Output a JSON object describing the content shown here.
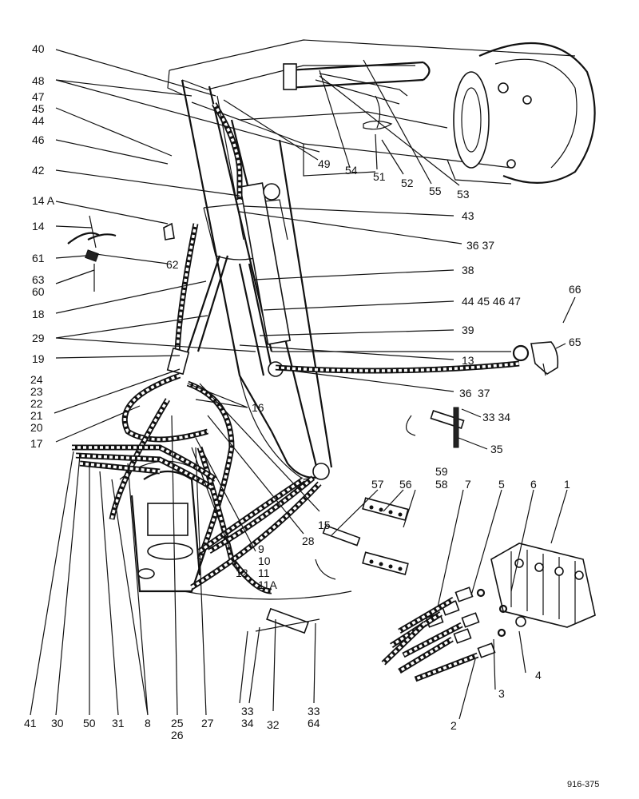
{
  "diagram": {
    "drawing_number": "916-375",
    "callouts": [
      {
        "id": "c40",
        "text": "40"
      },
      {
        "id": "c48",
        "text": "48"
      },
      {
        "id": "c47",
        "text": "47"
      },
      {
        "id": "c45",
        "text": "45"
      },
      {
        "id": "c44",
        "text": "44"
      },
      {
        "id": "c46",
        "text": "46"
      },
      {
        "id": "c42",
        "text": "42"
      },
      {
        "id": "c14a",
        "text": "14 A"
      },
      {
        "id": "c14",
        "text": "14"
      },
      {
        "id": "c61",
        "text": "61"
      },
      {
        "id": "c63",
        "text": "63"
      },
      {
        "id": "c60",
        "text": "60"
      },
      {
        "id": "c18",
        "text": "18"
      },
      {
        "id": "c29",
        "text": "29"
      },
      {
        "id": "c19",
        "text": "19"
      },
      {
        "id": "c24",
        "text": "24"
      },
      {
        "id": "c23",
        "text": "23"
      },
      {
        "id": "c22",
        "text": "22"
      },
      {
        "id": "c21",
        "text": "21"
      },
      {
        "id": "c20",
        "text": "20"
      },
      {
        "id": "c17",
        "text": "17"
      },
      {
        "id": "c62",
        "text": "62"
      },
      {
        "id": "c49",
        "text": "49"
      },
      {
        "id": "c54",
        "text": "54"
      },
      {
        "id": "c51",
        "text": "51"
      },
      {
        "id": "c52",
        "text": "52"
      },
      {
        "id": "c55",
        "text": "55"
      },
      {
        "id": "c53",
        "text": "53"
      },
      {
        "id": "c43",
        "text": "43"
      },
      {
        "id": "c3637a",
        "text": "36 37"
      },
      {
        "id": "c38",
        "text": "38"
      },
      {
        "id": "c44454647",
        "text": "44 45 46 47"
      },
      {
        "id": "c39",
        "text": "39"
      },
      {
        "id": "c13",
        "text": "13"
      },
      {
        "id": "c36b",
        "text": "36"
      },
      {
        "id": "c37b",
        "text": "37"
      },
      {
        "id": "c16",
        "text": "16"
      },
      {
        "id": "c66",
        "text": "66"
      },
      {
        "id": "c65",
        "text": "65"
      },
      {
        "id": "c3334a",
        "text": "33 34"
      },
      {
        "id": "c35",
        "text": "35"
      },
      {
        "id": "c59",
        "text": "59"
      },
      {
        "id": "c58",
        "text": "58"
      },
      {
        "id": "c57",
        "text": "57"
      },
      {
        "id": "c56",
        "text": "56"
      },
      {
        "id": "c7",
        "text": "7"
      },
      {
        "id": "c5",
        "text": "5"
      },
      {
        "id": "c6",
        "text": "6"
      },
      {
        "id": "c1",
        "text": "1"
      },
      {
        "id": "c15",
        "text": "15"
      },
      {
        "id": "c28",
        "text": "28"
      },
      {
        "id": "c9",
        "text": "9"
      },
      {
        "id": "c10",
        "text": "10"
      },
      {
        "id": "c11",
        "text": "11"
      },
      {
        "id": "c11a",
        "text": "11A"
      },
      {
        "id": "c12",
        "text": "12"
      },
      {
        "id": "c4",
        "text": "4"
      },
      {
        "id": "c3",
        "text": "3"
      },
      {
        "id": "c2",
        "text": "2"
      },
      {
        "id": "c41",
        "text": "41"
      },
      {
        "id": "c30",
        "text": "30"
      },
      {
        "id": "c50",
        "text": "50"
      },
      {
        "id": "c31",
        "text": "31"
      },
      {
        "id": "c8",
        "text": "8"
      },
      {
        "id": "c25",
        "text": "25"
      },
      {
        "id": "c26",
        "text": "26"
      },
      {
        "id": "c27",
        "text": "27"
      },
      {
        "id": "c33a",
        "text": "33"
      },
      {
        "id": "c34a",
        "text": "34"
      },
      {
        "id": "c32",
        "text": "32"
      },
      {
        "id": "c33b",
        "text": "33"
      },
      {
        "id": "c64",
        "text": "64"
      }
    ]
  }
}
